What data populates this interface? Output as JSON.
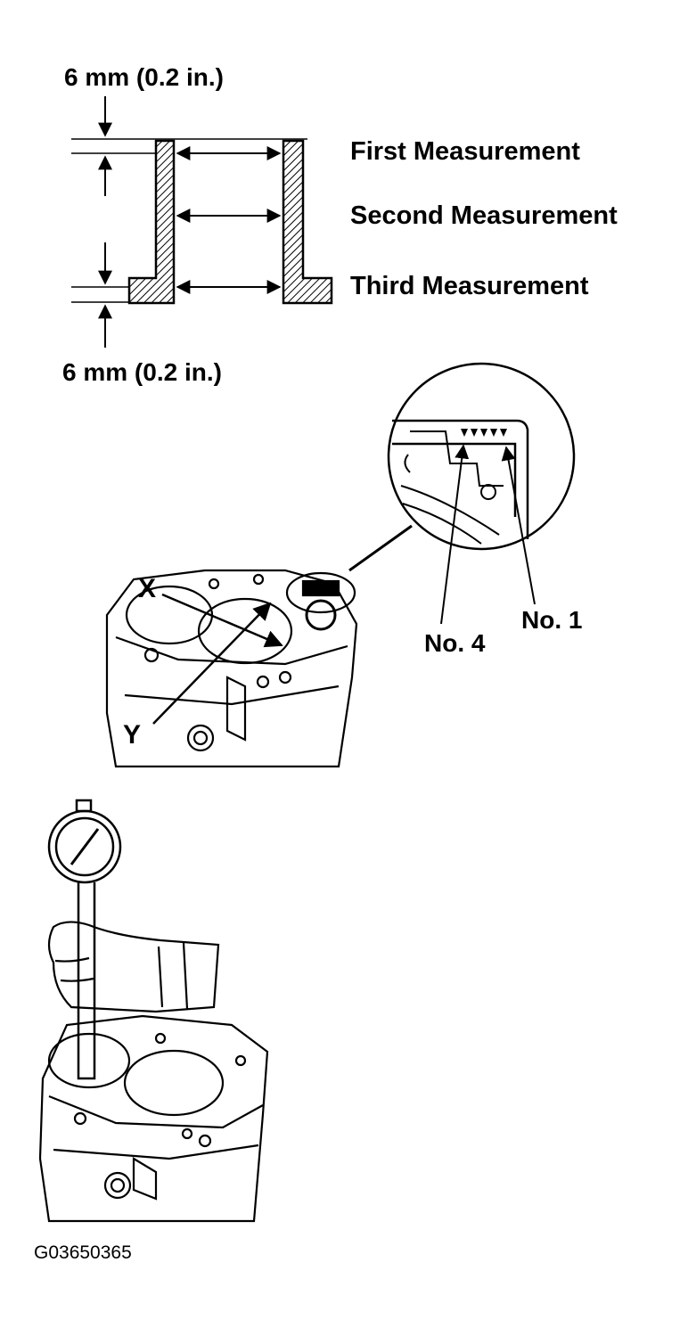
{
  "cylinder_section": {
    "top_offset": "6 mm (0.2 in.)",
    "bottom_offset": "6 mm (0.2 in.)",
    "measurements": [
      "First Measurement",
      "Second Measurement",
      "Third Measurement"
    ]
  },
  "block_detail": {
    "axis_x": "X",
    "axis_y": "Y",
    "cylinder_no1": "No. 1",
    "cylinder_no4": "No. 4"
  },
  "figure_code": "G03650365"
}
